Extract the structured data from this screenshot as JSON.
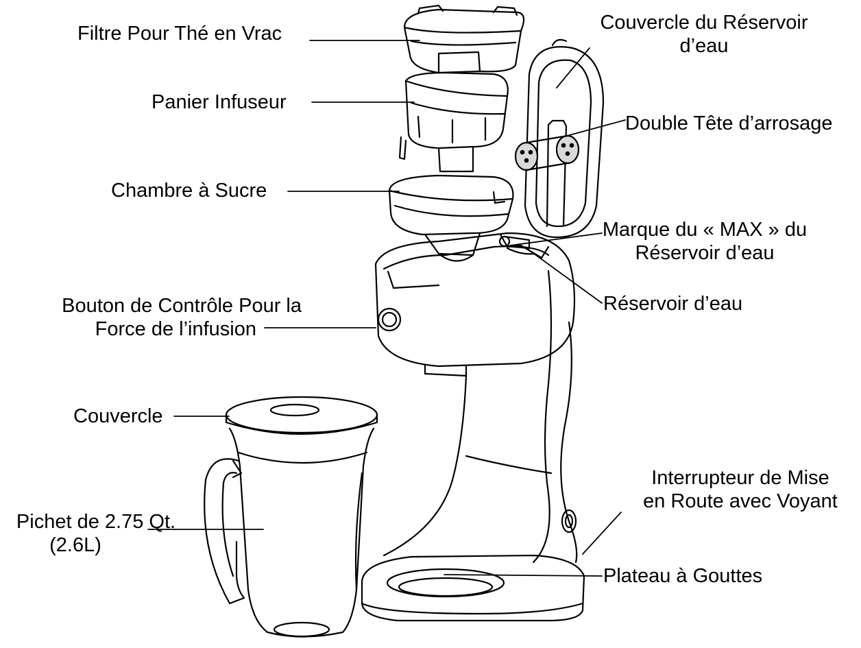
{
  "diagram": {
    "labels": {
      "filtre_the": "Filtre Pour Thé en Vrac",
      "panier": "Panier Infuseur",
      "chambre_sucre": "Chambre à Sucre",
      "bouton_force_l1": "Bouton de Contrôle Pour la",
      "bouton_force_l2": "Force de l’infusion",
      "couvercle": "Couvercle",
      "pichet_l1": "Pichet de 2.75 Qt.",
      "pichet_l2": "(2.6L)",
      "couvercle_reservoir_l1": "Couvercle du Réservoir",
      "couvercle_reservoir_l2": "d’eau",
      "double_tete": "Double Tête d’arrosage",
      "marque_max_l1": "Marque du « MAX » du",
      "marque_max_l2": "Réservoir d’eau",
      "reservoir": "Réservoir d’eau",
      "interrupteur_l1": "Interrupteur de Mise",
      "interrupteur_l2": "en Route avec Voyant",
      "plateau": "Plateau à Gouttes"
    },
    "colors": {
      "ink": "#000000",
      "paper": "#ffffff",
      "shade": "#d9d9d9"
    }
  }
}
